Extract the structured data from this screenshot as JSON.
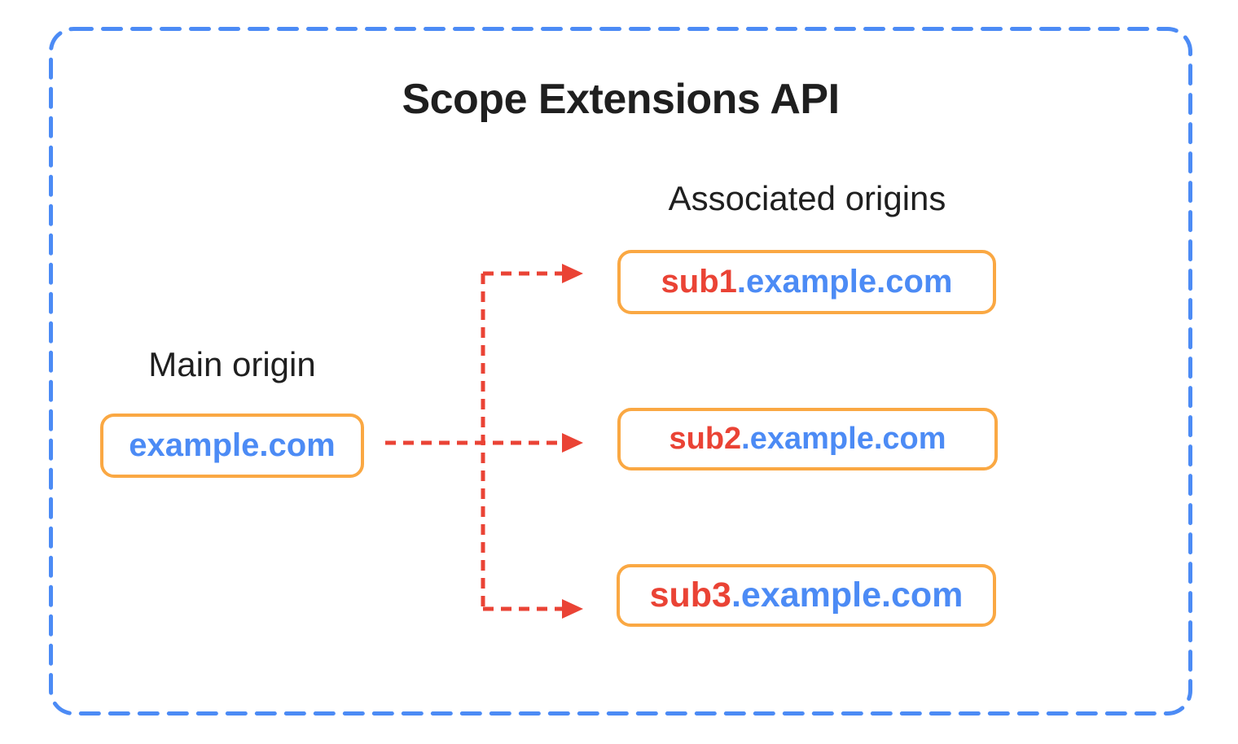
{
  "diagram": {
    "title": "Scope Extensions API",
    "main_origin": {
      "label": "Main origin",
      "domain": "example.com"
    },
    "associated": {
      "label": "Associated origins",
      "origins": [
        {
          "sub": "sub1",
          "rest": ".example.com"
        },
        {
          "sub": "sub2",
          "rest": ".example.com"
        },
        {
          "sub": "sub3",
          "rest": ".example.com"
        }
      ]
    },
    "colors": {
      "blue": "#4C8BF5",
      "red": "#EA4335",
      "orange": "#FAA843",
      "ink": "#1F1F1F"
    }
  }
}
